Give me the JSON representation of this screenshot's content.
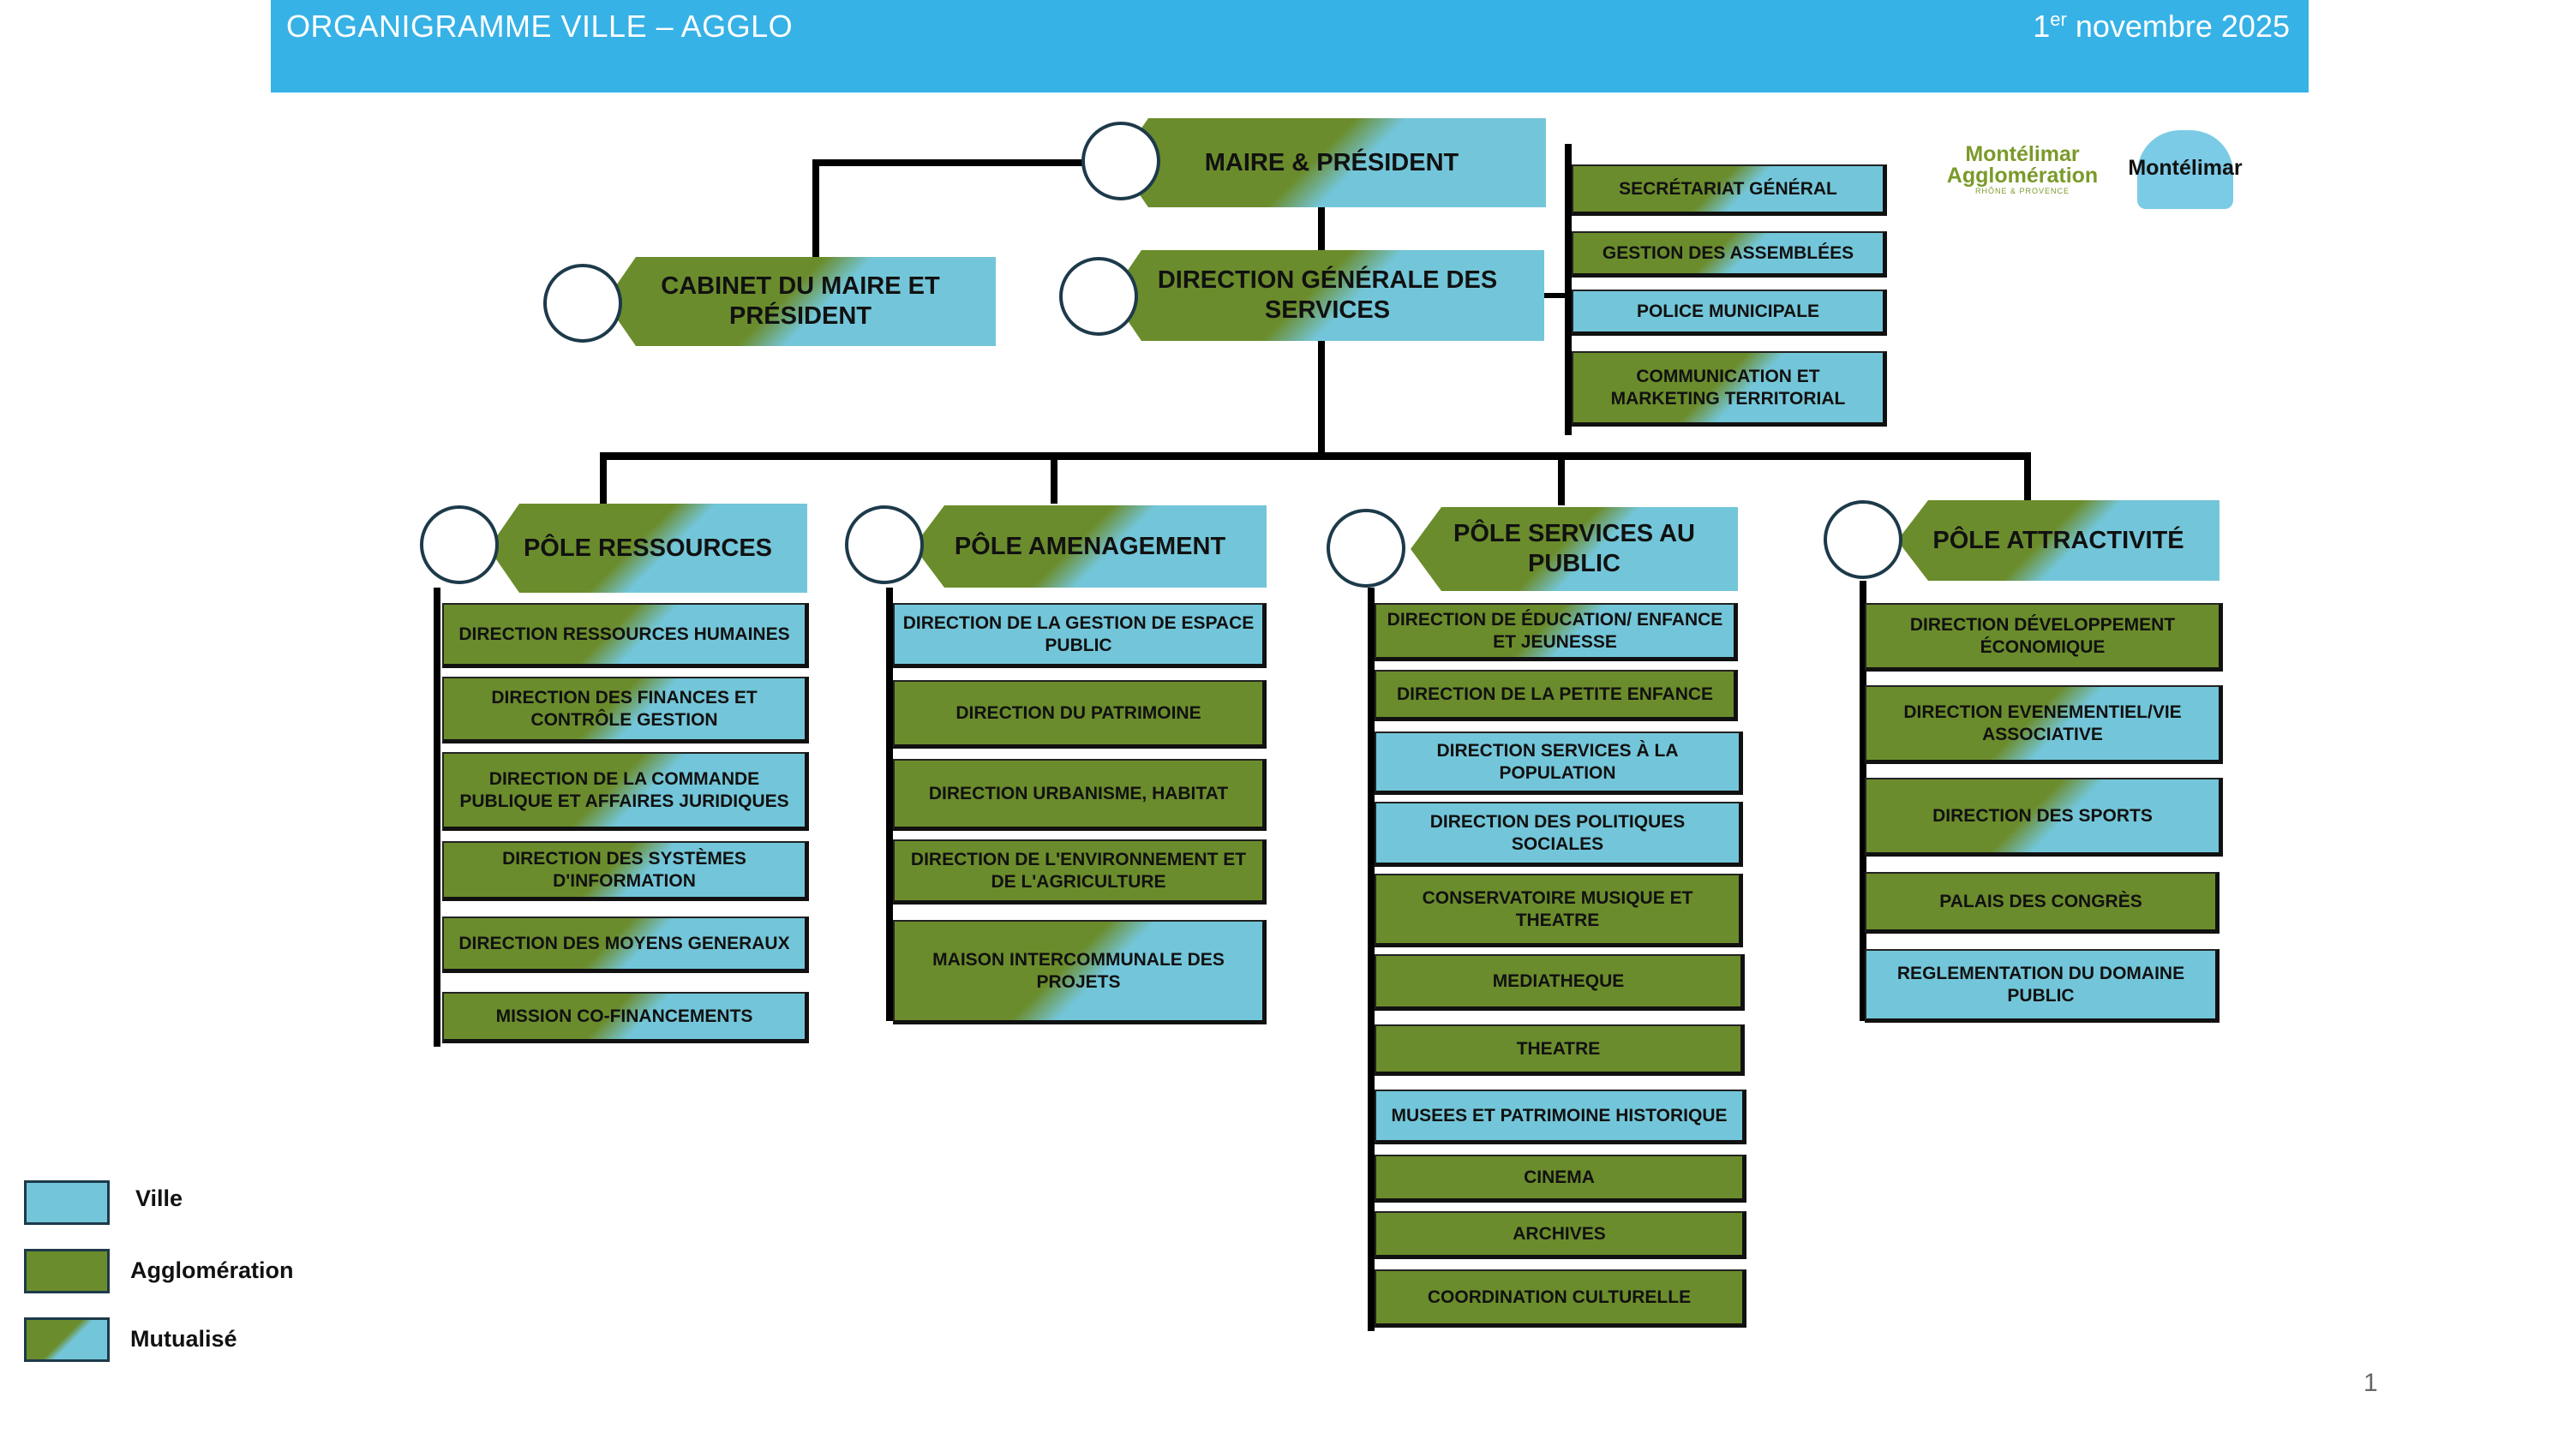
{
  "header": {
    "title": "ORGANIGRAMME VILLE – AGGLO",
    "date_day": "1",
    "date_sup": "er",
    "date_rest": " novembre 2025"
  },
  "logos": {
    "agglo_line1": "Montélimar",
    "agglo_line2": "Agglomération",
    "agglo_line3": "RHÔNE & PROVENCE",
    "city": "Montélimar"
  },
  "top": {
    "maire": "MAIRE & PRÉSIDENT",
    "cabinet": "CABINET DU MAIRE ET PRÉSIDENT",
    "dgs": "DIRECTION GÉNÉRALE DES SERVICES"
  },
  "dgs_attached": [
    "SECRÉTARIAT GÉNÉRAL",
    "GESTION DES ASSEMBLÉES",
    "POLICE MUNICIPALE",
    "COMMUNICATION ET MARKETING TERRITORIAL"
  ],
  "poles": [
    {
      "name": "PÔLE RESSOURCES",
      "items": [
        "DIRECTION RESSOURCES HUMAINES",
        "DIRECTION DES FINANCES ET CONTRÔLE GESTION",
        "DIRECTION DE LA COMMANDE PUBLIQUE ET AFFAIRES JURIDIQUES",
        "DIRECTION DES SYSTÈMES D'INFORMATION",
        "DIRECTION DES MOYENS GENERAUX",
        "MISSION CO-FINANCEMENTS"
      ]
    },
    {
      "name": "PÔLE AMENAGEMENT",
      "items": [
        "DIRECTION DE LA GESTION  DE ESPACE PUBLIC",
        "DIRECTION DU PATRIMOINE",
        "DIRECTION URBANISME, HABITAT",
        "DIRECTION DE L'ENVIRONNEMENT ET DE L'AGRICULTURE",
        "MAISON INTERCOMMUNALE DES PROJETS"
      ]
    },
    {
      "name": "PÔLE SERVICES AU PUBLIC",
      "items": [
        "DIRECTION DE ÉDUCATION/ ENFANCE ET JEUNESSE",
        "DIRECTION DE LA PETITE ENFANCE",
        "DIRECTION SERVICES À LA POPULATION",
        "DIRECTION DES POLITIQUES SOCIALES",
        "CONSERVATOIRE MUSIQUE ET THEATRE",
        "MEDIATHEQUE",
        "THEATRE",
        "MUSEES ET PATRIMOINE HISTORIQUE",
        "CINEMA",
        "ARCHIVES",
        "COORDINATION CULTURELLE"
      ]
    },
    {
      "name": "PÔLE ATTRACTIVITÉ",
      "items": [
        "DIRECTION DÉVELOPPEMENT ÉCONOMIQUE",
        "DIRECTION EVENEMENTIEL/VIE ASSOCIATIVE",
        "DIRECTION DES SPORTS",
        "PALAIS DES CONGRÈS",
        "REGLEMENTATION DU DOMAINE PUBLIC"
      ]
    }
  ],
  "legend": [
    {
      "label": "Ville",
      "type": "ville"
    },
    {
      "label": "Agglomération",
      "type": "agglo"
    },
    {
      "label": "Mutualisé",
      "type": "mutu"
    }
  ],
  "colors": {
    "header": "#36b2e6",
    "ville": "#73c6d9",
    "agglomeration": "#6b8c2c"
  },
  "page_number": "1"
}
